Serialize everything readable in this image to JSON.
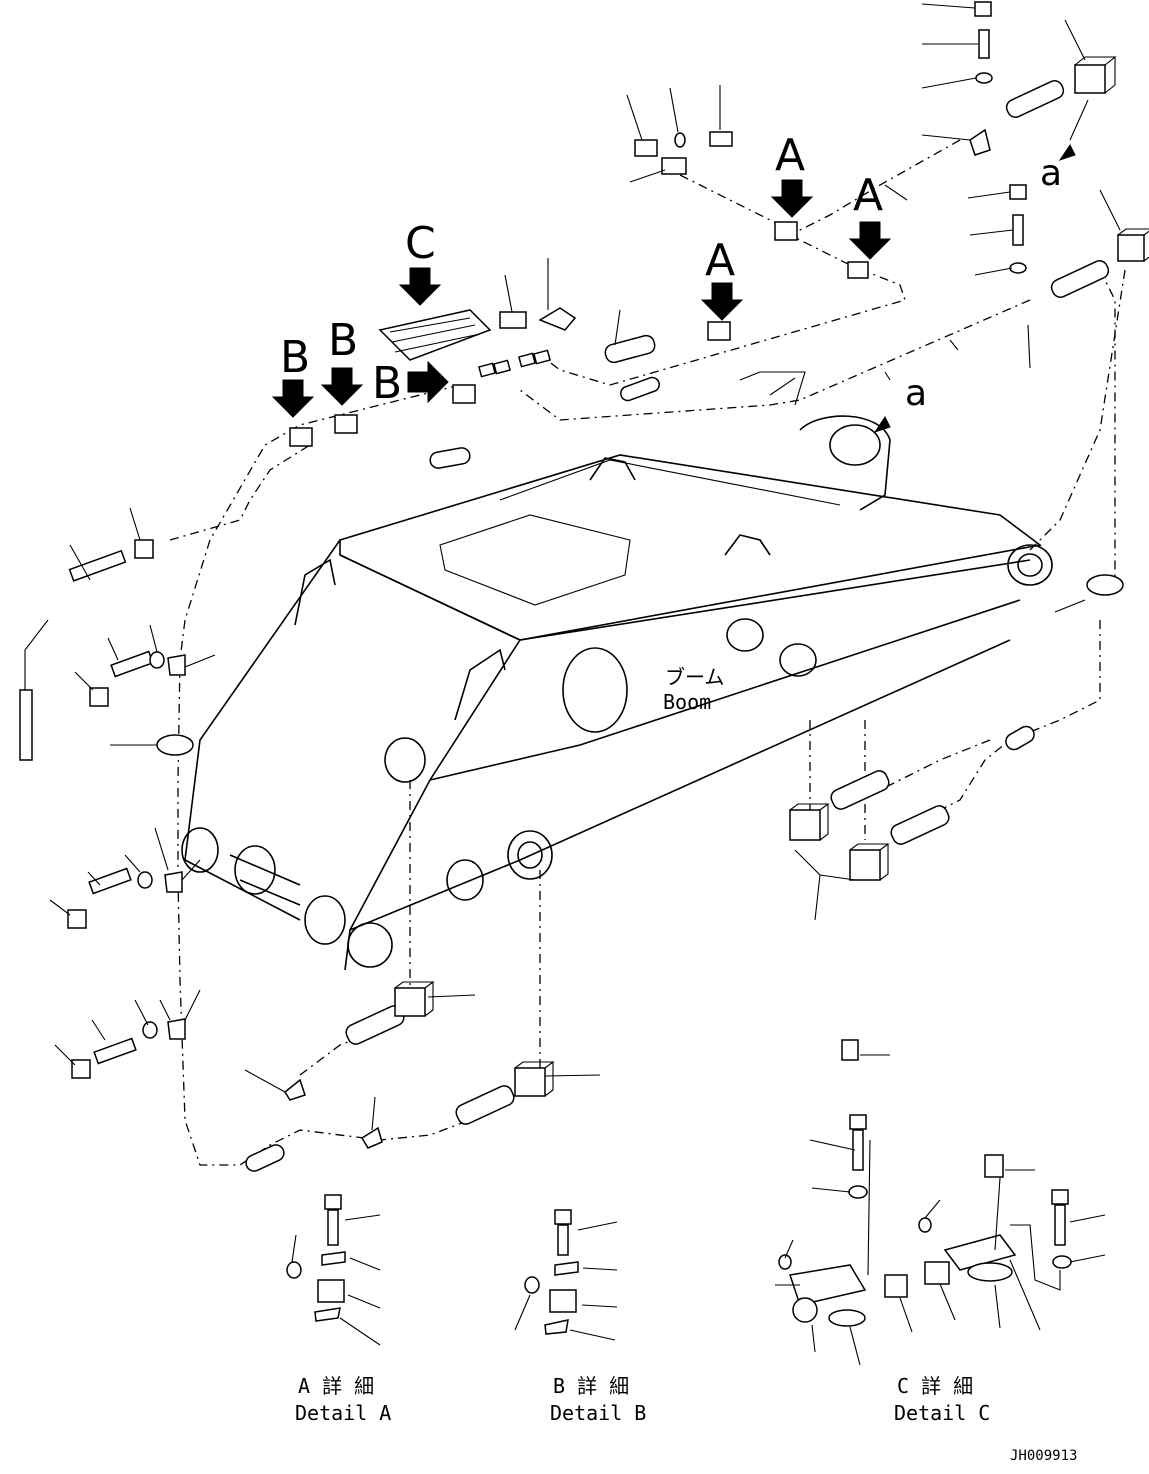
{
  "callouts": {
    "a": "A",
    "b": "B",
    "c": "C",
    "small_a": "a"
  },
  "boom": {
    "jp": "ブーム",
    "en": "Boom"
  },
  "details": [
    {
      "jp": "A 詳 細",
      "en": "Detail A"
    },
    {
      "jp": "B 詳 細",
      "en": "Detail B"
    },
    {
      "jp": "C 詳 細",
      "en": "Detail C"
    }
  ],
  "drawing_number": "JH009913"
}
